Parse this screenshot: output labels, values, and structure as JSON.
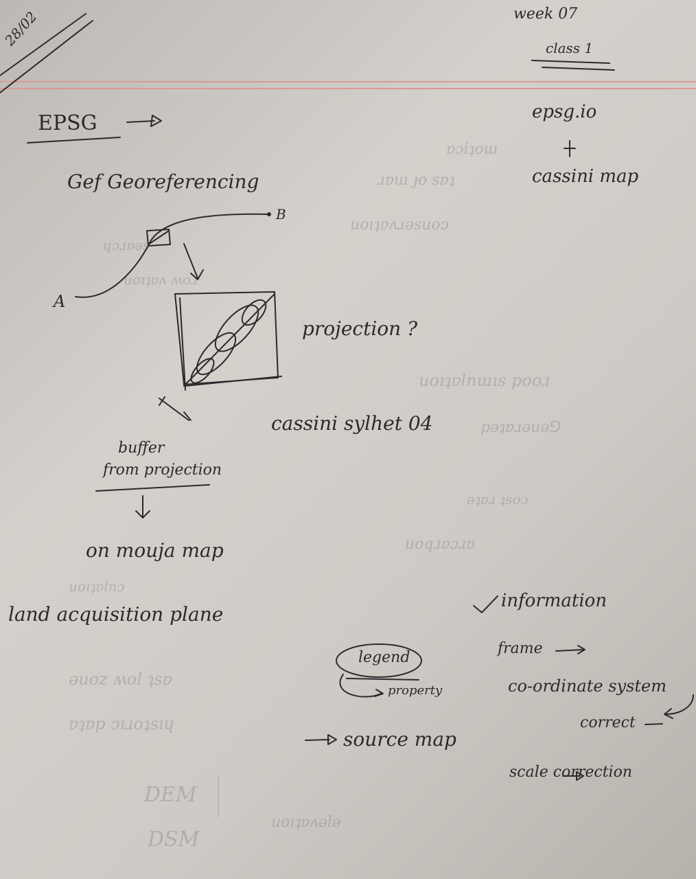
{
  "header": {
    "date": "28/02",
    "week": "week 07",
    "class": "class 1"
  },
  "notes": {
    "epsg": "EPSG",
    "epsg_io": "epsg.io",
    "cassini_map": "cassini map",
    "georeferencing": "Gef Georeferencing",
    "point_a": "A",
    "point_b": "B",
    "projection_q": "projection ?",
    "cassini_sylhet": "cassini sylhet 04",
    "buffer_line1": "buffer",
    "buffer_line2": "from projection",
    "on_mouza_map": "on mouja map",
    "land_acquisition": "land acquisition plane",
    "information": "information",
    "frame": "frame",
    "coordinate_system": "co-ordinate system",
    "correct": "correct",
    "legend": "legend",
    "property": "property",
    "source_map": "source map",
    "scale_correction": "scale correction"
  }
}
